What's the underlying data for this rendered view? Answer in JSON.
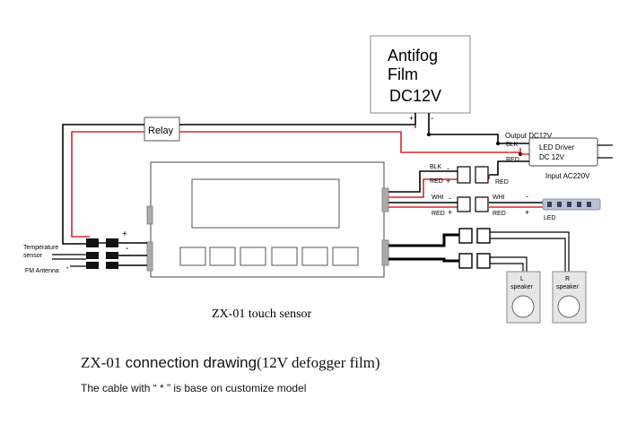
{
  "antifog": {
    "line1": "Antifog",
    "line2": "Film",
    "line3": "DC12V",
    "plus": "+",
    "minus": "-"
  },
  "relay": {
    "label": "Relay"
  },
  "output": {
    "label": "Output DC12V",
    "blk": "BLK",
    "red": "RED"
  },
  "led_driver": {
    "line1": "LED Driver",
    "line2": "DC 12V",
    "input": "Input  AC220V"
  },
  "speaker_conn": {
    "blk": "BLK",
    "red": "RED",
    "plus": "+",
    "minus": "-"
  },
  "led_conn": {
    "whi_left": "WHI",
    "red_left": "RED",
    "whi_right": "WHI",
    "red_right": "RED",
    "plus_left": "+",
    "minus_left": "-",
    "plus_right": "+",
    "minus_right": "-",
    "led": "LED"
  },
  "left_side": {
    "temp1": "Temperature",
    "temp2": "sensor",
    "fm": "FM  Antenna",
    "star": "*",
    "plus": "+",
    "minus": "-"
  },
  "speakers": {
    "l_letter": "L",
    "l_word": "speaker",
    "r_letter": "R",
    "r_word": "speaker"
  },
  "device": {
    "label": "ZX-01 touch sensor"
  },
  "caption": {
    "title_part1": "ZX-01 ",
    "title_part2": "connection  drawing",
    "title_part3": "(12V defogger film)",
    "note": "The cable with “ * ” is  base on customize model"
  }
}
